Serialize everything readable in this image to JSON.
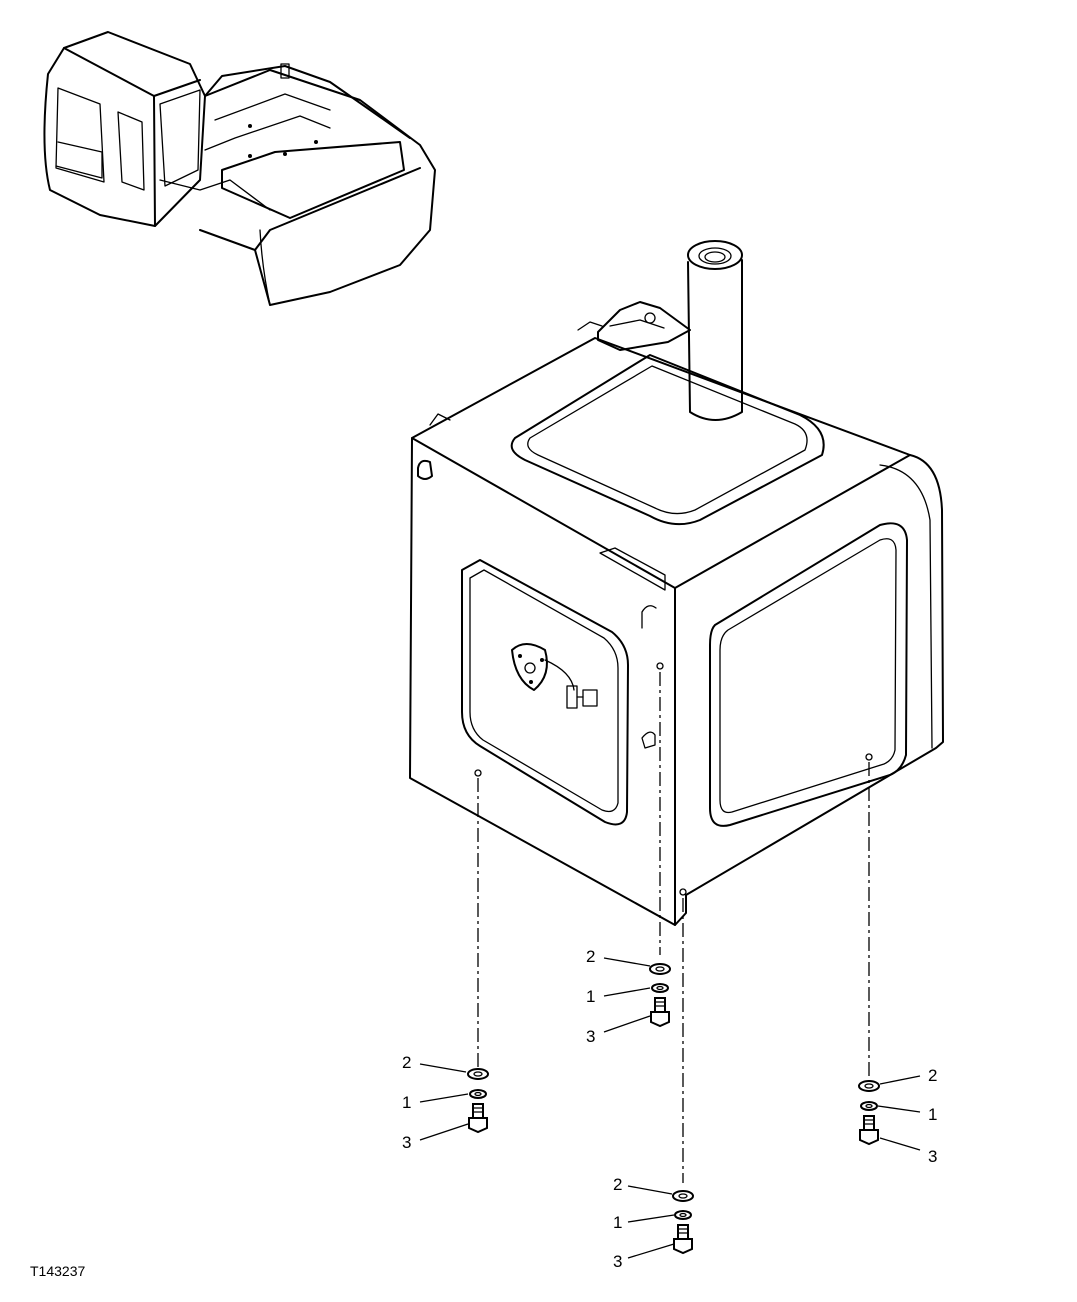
{
  "figure_id": "T143237",
  "callouts": {
    "g1": {
      "washer": "2",
      "lock": "1",
      "bolt": "3"
    },
    "g2": {
      "washer": "2",
      "lock": "1",
      "bolt": "3"
    },
    "g3": {
      "washer": "2",
      "lock": "1",
      "bolt": "3"
    },
    "g4": {
      "washer": "2",
      "lock": "1",
      "bolt": "3"
    }
  }
}
